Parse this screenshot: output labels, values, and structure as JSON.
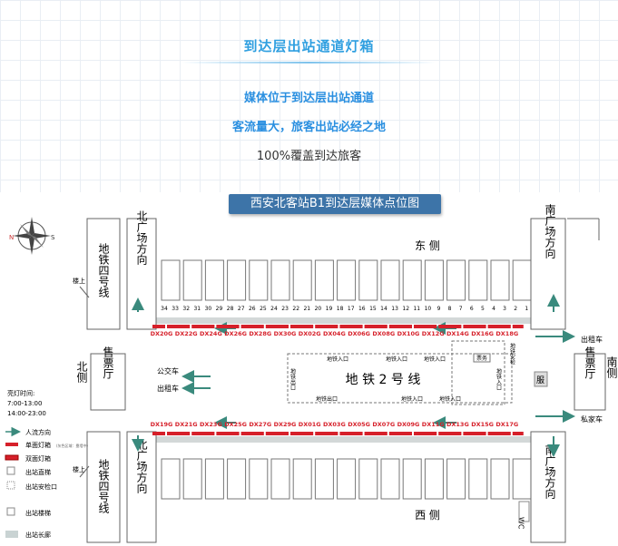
{
  "header": {
    "title": "到达层出站通道灯箱",
    "line1": "媒体位于到达层出站通道",
    "line2": "客流量大，旅客出站必经之地",
    "line3": "100%覆盖到达旅客"
  },
  "map": {
    "title": "西安北客站B1到达层媒体点位图",
    "compass": {
      "n": "N",
      "s": "S"
    },
    "west_label": "北广场方向",
    "east_label": "南广场方向",
    "side_east": "东 侧",
    "side_west": "西 侧",
    "north_side": "北侧",
    "south_side": "南侧",
    "metro_line4": "地铁四号线",
    "metro_line2": "地 铁 2 号 线",
    "stairs_up": "楼上",
    "ticket_hall_n": "售票厅",
    "ticket_hall_s": "售票厅",
    "bus": "公交车",
    "taxi_w": "出租车",
    "taxi_e": "出租车",
    "private_car": "私家车",
    "service": "服",
    "wc": "WC",
    "metro_exit_v": "地铁出口",
    "metro_entry_v": "地铁入口",
    "metro_entry": "地铁入口",
    "metro_exit": "地铁出口",
    "metro_security": "地铁安检",
    "ticket_office": "票务",
    "top_nums": [
      "34",
      "33",
      "32",
      "31",
      "30",
      "29",
      "28",
      "27",
      "26",
      "25",
      "24",
      "23",
      "22",
      "21",
      "20",
      "19",
      "18",
      "17",
      "16",
      "15",
      "14",
      "13",
      "12",
      "11",
      "10",
      "9",
      "8",
      "7",
      "6",
      "5",
      "4",
      "3",
      "2",
      "1"
    ],
    "top_codes": [
      "DX20G",
      "DX22G",
      "DX24G",
      "DX26G",
      "DX28G",
      "DX30G",
      "DX02G",
      "DX04G",
      "DX06G",
      "DX08G",
      "DX10G",
      "DX12G",
      "DX14G",
      "DX16G",
      "DX18G"
    ],
    "bottom_codes": [
      "DX19G",
      "DX21G",
      "DX23G",
      "DX25G",
      "DX27G",
      "DX29G",
      "DX01G",
      "DX03G",
      "DX05G",
      "DX07G",
      "DX09G",
      "DX11G",
      "DX13G",
      "DX15G",
      "DX17G"
    ]
  },
  "legend": {
    "hours_title": "亮灯时间:",
    "hours1": "7:00-13:00",
    "hours2": "14:00-23:00",
    "items": [
      "人流方向",
      "单面灯箱",
      "双面灯箱",
      "出站直梯",
      "出站安检口",
      "出站楼梯",
      "出站长廊"
    ],
    "single_note": "(灰色区域：靠墙中)"
  },
  "colors": {
    "accent": "#2f9fe0",
    "box_red": "#d6202a",
    "map_title_bg": "#3d74a8",
    "arrow": "#3a8a7d"
  }
}
